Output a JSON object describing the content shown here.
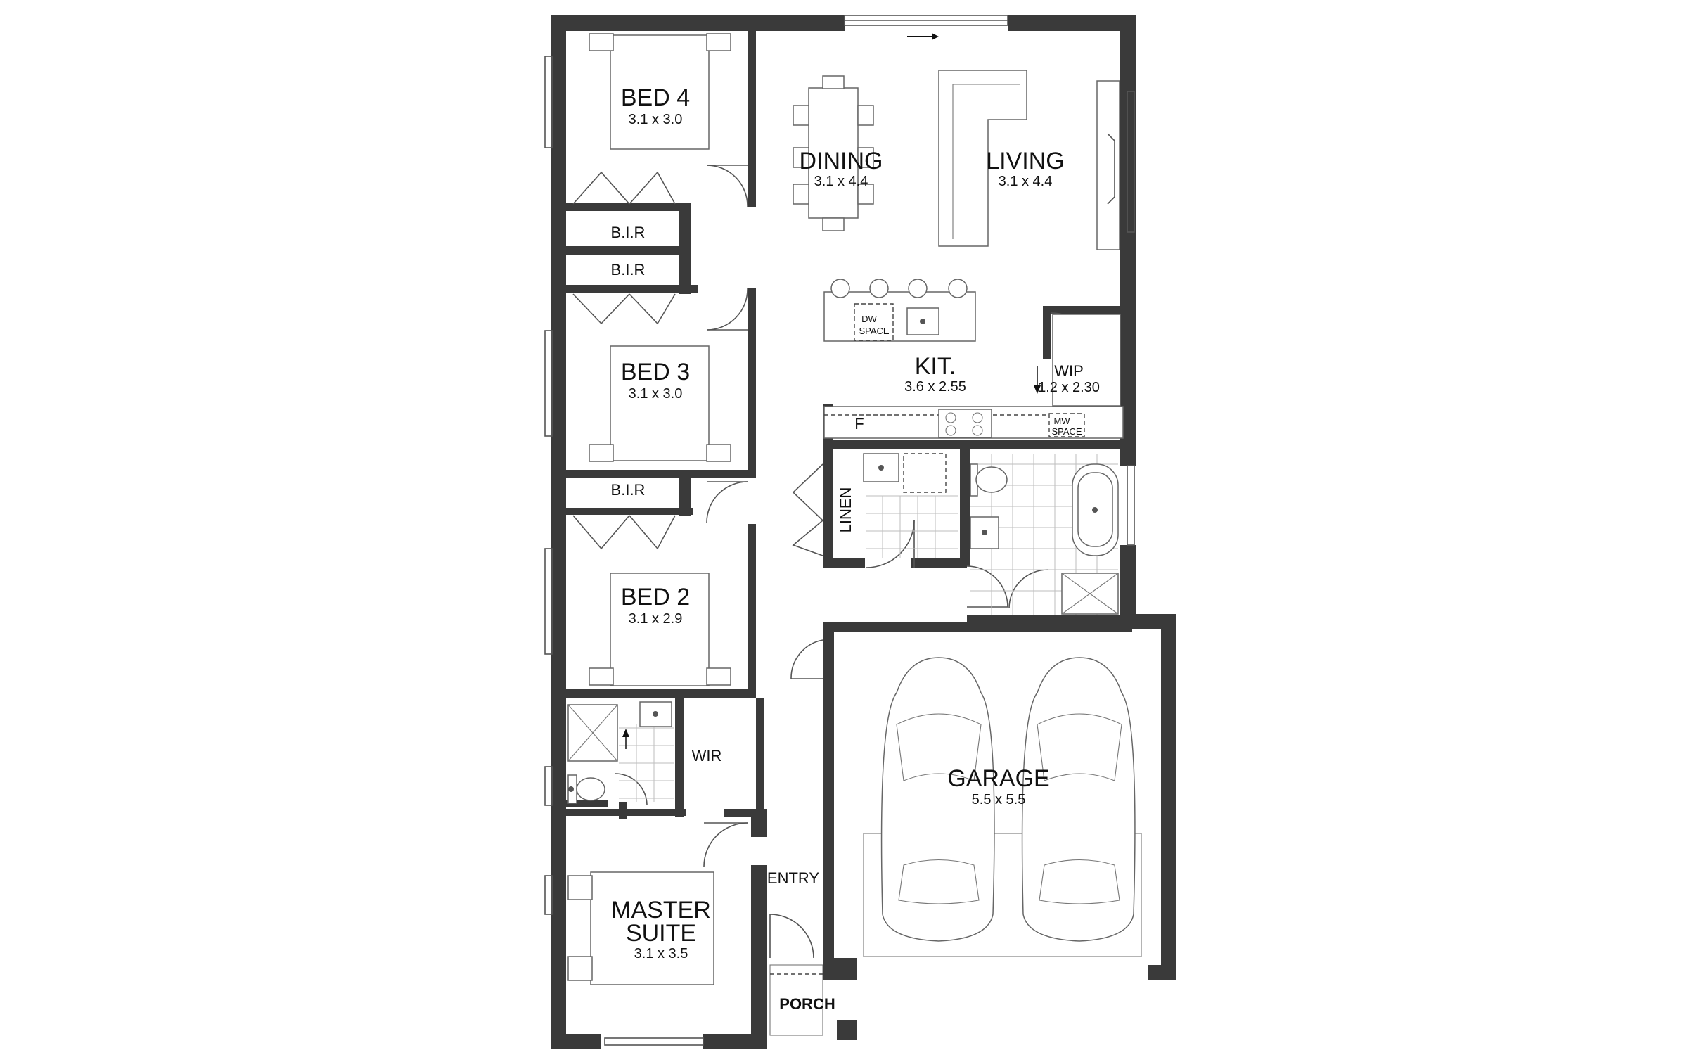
{
  "rooms": {
    "bed4": {
      "name": "BED 4",
      "dims": "3.1 x 3.0"
    },
    "bed3": {
      "name": "BED 3",
      "dims": "3.1 x 3.0"
    },
    "bed2": {
      "name": "BED 2",
      "dims": "3.1 x 2.9"
    },
    "master": {
      "name_line1": "MASTER",
      "name_line2": "SUITE",
      "dims": "3.1 x 3.5"
    },
    "dining": {
      "name": "DINING",
      "dims": "3.1 x 4.4"
    },
    "living": {
      "name": "LIVING",
      "dims": "3.1 x 4.4"
    },
    "kitchen": {
      "name": "KIT.",
      "dims": "3.6 x 2.55"
    },
    "wip": {
      "name": "WIP",
      "dims": "1.2 x 2.30"
    },
    "garage": {
      "name": "GARAGE",
      "dims": "5.5 x 5.5"
    }
  },
  "labels": {
    "bir_1": "B.I.R",
    "bir_2": "B.I.R",
    "bir_3": "B.I.R",
    "linen": "LINEN",
    "wir": "WIR",
    "entry": "ENTRY",
    "porch": "PORCH",
    "fridge": "F",
    "dw_line1": "DW",
    "dw_line2": "SPACE",
    "mw_line1": "MW",
    "mw_line2": "SPACE"
  }
}
